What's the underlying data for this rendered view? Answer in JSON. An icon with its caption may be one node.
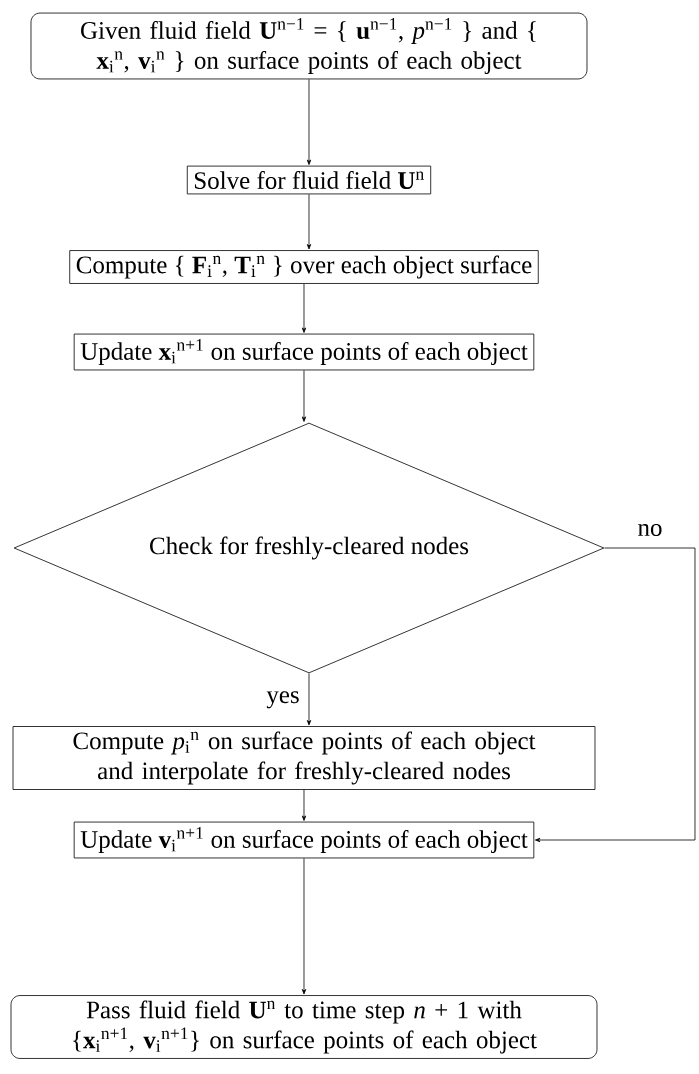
{
  "diagram": {
    "nodes": [
      {
        "text": [
          "Given fluid field **U**$^{n−1}$ = { **u**$^{n−1}$, *p*$^{n−1}$ } and { **x**$_{i}$$^{n}$, **v**$_{i}$$^{n}$ } on surface points of each object"
        ]
      },
      {
        "text": [
          "Solve for fluid field **U**$^{n}$"
        ]
      },
      {
        "text": [
          "Compute { **F**$_{i}$$^{n}$, **T**$_{i}$$^{n}$ } over each object surface"
        ]
      },
      {
        "text": [
          "Update **x**$_{i}$$^{n+1}$ on surface points of each object"
        ]
      },
      {
        "text": [
          "Check for freshly-cleared nodes"
        ]
      },
      {
        "text": [
          "Compute *p*$_{i}$$^{n}$ on surface points of each object and interpolate for freshly-cleared nodes"
        ]
      },
      {
        "text": [
          "Update **v**$_{i}$$^{n+1}$ on surface points of each object"
        ]
      },
      {
        "text": [
          "Pass fluid field **U**$^{n}$ to time step *n* + 1 with {**x**$_{i}$$^{n+1}$, **v**$_{i}$$^{n+1}$} on surface points of each object"
        ]
      }
    ],
    "edges": [
      {
        "from": 0,
        "to": 1,
        "arrow": "to"
      },
      {
        "from": 1,
        "to": 2,
        "arrow": "to"
      },
      {
        "from": 2,
        "to": 3,
        "arrow": "to"
      },
      {
        "from": 3,
        "to": 4,
        "arrow": "to"
      },
      {
        "from": 4,
        "to": 5,
        "arrow": "to",
        "label": "yes"
      },
      {
        "from": 4,
        "to": 6,
        "arrow": "to",
        "label": "no"
      },
      {
        "from": 5,
        "to": 6,
        "arrow": "to"
      },
      {
        "from": 6,
        "to": 7,
        "arrow": "to"
      }
    ]
  }
}
